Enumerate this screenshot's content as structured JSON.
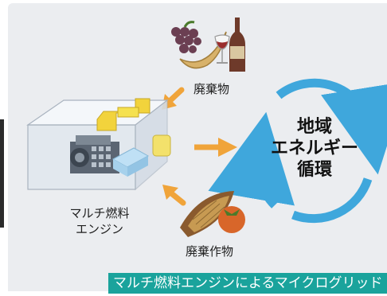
{
  "labels": {
    "waste": "廃棄物",
    "engine": "マルチ燃料\nエンジン",
    "crop_waste": "廃棄作物",
    "cycle": "地域\nエネルギー\n循環"
  },
  "caption": "マルチ燃料エンジンによるマイクログリッド",
  "colors": {
    "background": "#ebedf0",
    "arrow": "#f0a43a",
    "cycle": "#3fa7dc",
    "caption_bg": "#1aa39c"
  },
  "icons": {
    "waste": "fruit-bottle-glass-icon",
    "crop_waste": "corn-tomato-icon",
    "engine": "engine-box-icon"
  }
}
